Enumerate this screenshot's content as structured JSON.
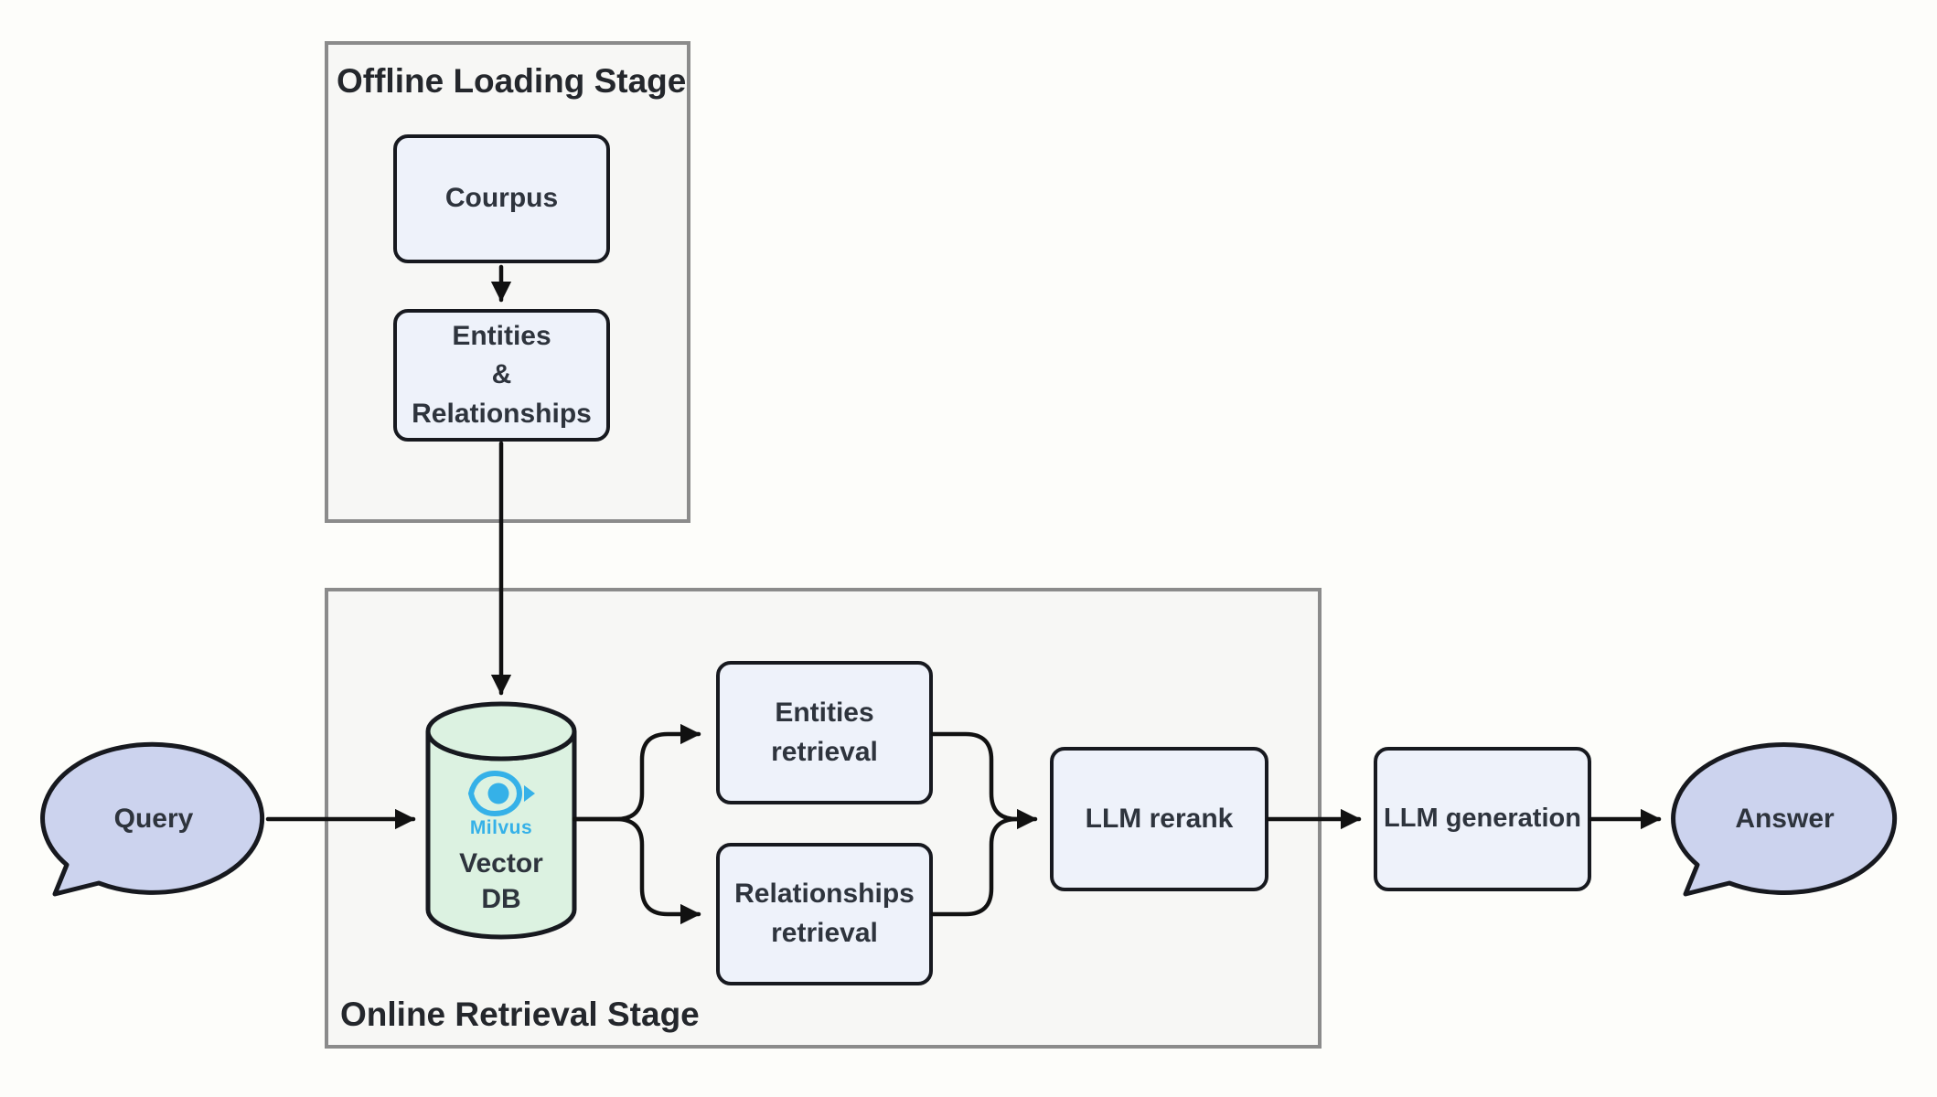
{
  "colors": {
    "page_bg": "#fdfdfa",
    "stage_bg": "#f7f7f5",
    "stage_border": "#8b8b8b",
    "node_bg": "#eef2fa",
    "node_border": "#17191f",
    "arrow": "#111111",
    "text": "#2e343d",
    "title_text": "#24272c",
    "db_bg": "#dcf2e1",
    "bubble_bg": "#ccd3ee",
    "milvus_blue": "#35b1e8"
  },
  "offline_stage": {
    "title": "Offline Loading Stage",
    "corpus_label": "Courpus",
    "entities_relationships_label": "Entities\n&\nRelationships"
  },
  "online_stage": {
    "title": "Online Retrieval Stage",
    "vector_db": {
      "logo_text": "Milvus",
      "label": "Vector\nDB"
    },
    "entities_retrieval_label": "Entities\nretrieval",
    "relationships_retrieval_label": "Relationships\nretrieval",
    "llm_rerank_label": "LLM rerank"
  },
  "flow": {
    "query_label": "Query",
    "llm_generation_label": "LLM generation",
    "answer_label": "Answer"
  }
}
